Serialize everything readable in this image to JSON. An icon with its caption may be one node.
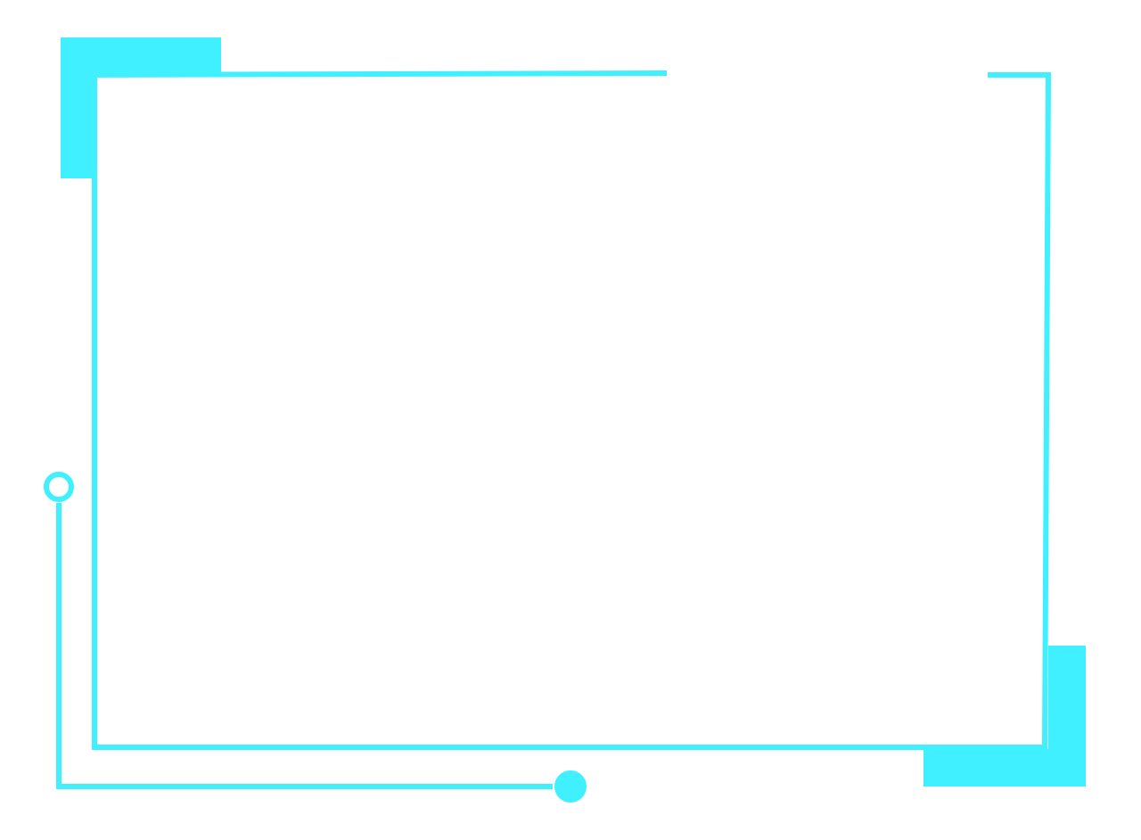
{
  "diagram": {
    "nodes": [
      {
        "text": [],
        "shape": "box"
      },
      {
        "text": [],
        "shape": "circle"
      },
      {
        "text": [],
        "shape": "circle"
      }
    ],
    "edges": [
      {
        "from": 1,
        "to": 2,
        "arrow": "none"
      }
    ]
  }
}
